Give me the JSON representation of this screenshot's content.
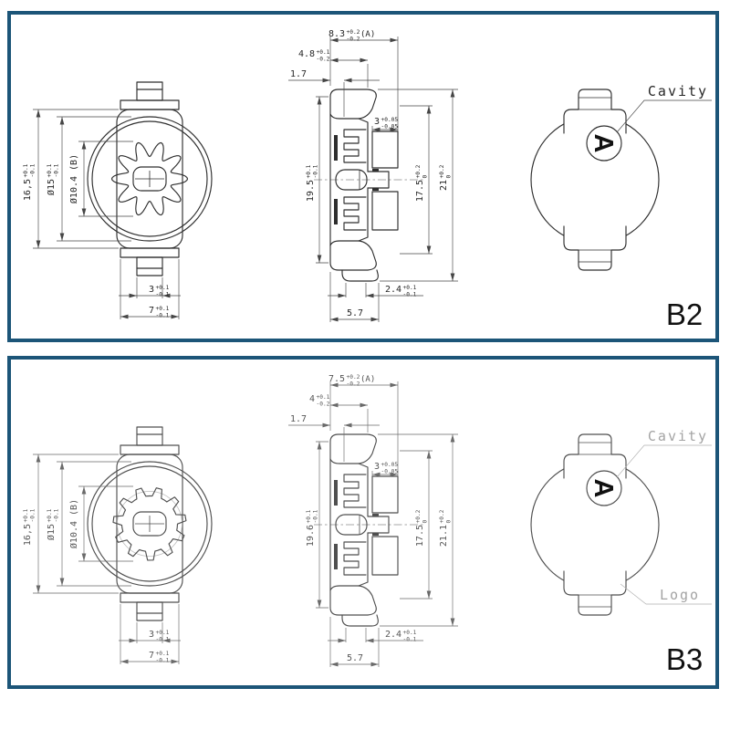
{
  "border_color": "#1c5578",
  "panels": [
    {
      "code": "B2",
      "front": {
        "height": {
          "v": "16,5",
          "p": "+0.1",
          "m": "-0.1"
        },
        "diameter": {
          "v": "Ø15",
          "p": "+0.1",
          "m": "-0.1"
        },
        "gear_dia": {
          "v": "Ø10.4 (B)"
        },
        "tab": {
          "v": "3",
          "p": "+0.1",
          "m": "-0.1"
        },
        "base": {
          "v": "7",
          "p": "+0.1",
          "m": "-0.1"
        },
        "gear": {
          "style": "rotor",
          "teeth": 10
        }
      },
      "section": {
        "width": {
          "v": "8.3",
          "p": "+0.2",
          "m": "-0.2",
          "note": "(A)"
        },
        "step": {
          "v": "4.8",
          "p": "+0.1",
          "m": "-0.2"
        },
        "lip": {
          "v": "1.7"
        },
        "boss": {
          "v": "3",
          "p": "+0.05",
          "m": "-0.05"
        },
        "h_left": {
          "v": "19.5",
          "p": "+0.1",
          "m": "-0.1"
        },
        "h_mid": {
          "v": "17.5",
          "p": "+0.2",
          "m": "0"
        },
        "h_right": {
          "v": "21",
          "p": "+0.2",
          "m": "0"
        },
        "foot": {
          "v": "2.4",
          "p": "+0.1",
          "m": "-0.1"
        },
        "base_w": {
          "v": "5.7"
        }
      },
      "back": {
        "cavity": "Cavity",
        "mark": "A"
      }
    },
    {
      "code": "B3",
      "front": {
        "height": {
          "v": "16,5",
          "p": "+0.1",
          "m": "-0.1"
        },
        "diameter": {
          "v": "Ø15",
          "p": "+0.1",
          "m": "-0.1"
        },
        "gear_dia": {
          "v": "Ø10.4 (B)"
        },
        "tab": {
          "v": "3",
          "p": "+0.1",
          "m": "-0.1"
        },
        "base": {
          "v": "7",
          "p": "+0.1",
          "m": "-0.1"
        },
        "gear": {
          "style": "spur",
          "teeth": 11
        }
      },
      "section": {
        "width": {
          "v": "7.5",
          "p": "+0.2",
          "m": "-0.2",
          "note": "(A)"
        },
        "step": {
          "v": "4",
          "p": "+0.1",
          "m": "-0.2"
        },
        "lip": {
          "v": "1.7"
        },
        "boss": {
          "v": "3",
          "p": "+0.05",
          "m": "-0.05"
        },
        "h_left": {
          "v": "19.6",
          "p": "+0.1",
          "m": "-0.1"
        },
        "h_mid": {
          "v": "17.5",
          "p": "+0.2",
          "m": "0"
        },
        "h_right": {
          "v": "21.1",
          "p": "+0.2",
          "m": "0"
        },
        "foot": {
          "v": "2.4",
          "p": "+0.1",
          "m": "-0.1"
        },
        "base_w": {
          "v": "5.7"
        }
      },
      "back": {
        "cavity": "Cavity",
        "mark": "A",
        "logo": "Logo"
      }
    }
  ]
}
